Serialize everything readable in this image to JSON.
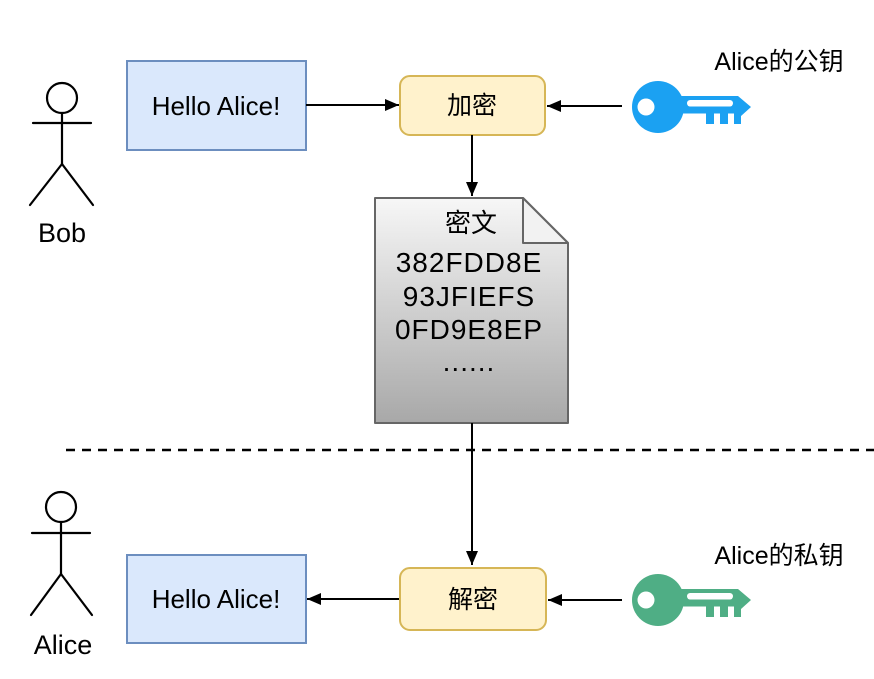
{
  "top": {
    "actor_label": "Bob",
    "message": "Hello Alice!",
    "process_label": "加密",
    "key_label": "Alice的公钥"
  },
  "ciphertext_document": {
    "title": "密文",
    "lines": [
      "382FDD8E",
      "93JFIEFS",
      "0FD9E8EP",
      "......"
    ]
  },
  "bottom": {
    "actor_label": "Alice",
    "message": "Hello Alice!",
    "process_label": "解密",
    "key_label": "Alice的私钥"
  },
  "colors": {
    "message_box_fill": "#dae8fc",
    "message_box_border": "#6c8ebf",
    "process_box_fill": "#fff2cc",
    "process_box_border": "#d6b656",
    "public_key": "#1ba1f2",
    "private_key": "#4fae85",
    "document_border": "#666666",
    "document_gradient_top": "#f7f7f7",
    "document_gradient_bottom": "#a8a8a8",
    "line_color": "#000000"
  }
}
